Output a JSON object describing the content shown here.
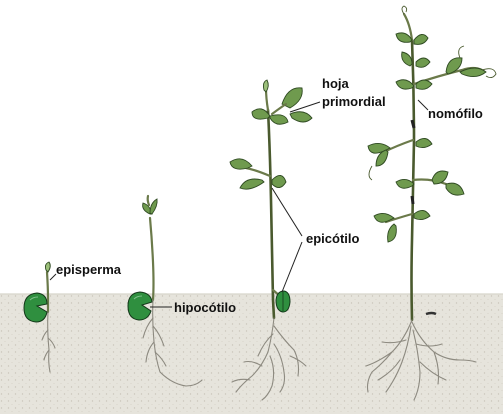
{
  "labels": {
    "episperma": "episperma",
    "hipocotilo": "hipocótilo",
    "epicotilo": "epicótilo",
    "hoja_primordial_line1": "hoja",
    "hoja_primordial_line2": "primordial",
    "nomofilo": "nomófilo"
  },
  "colors": {
    "soil": "#e6e4dc",
    "soil_speckle": "#cfcbc0",
    "leaf": "#6f9a4e",
    "seed": "#2f8f3f",
    "root": "#8d8a80"
  },
  "stages": [
    "germinating-seed",
    "hypocotyl-stage",
    "primary-leaves-stage",
    "mature-seedling"
  ]
}
